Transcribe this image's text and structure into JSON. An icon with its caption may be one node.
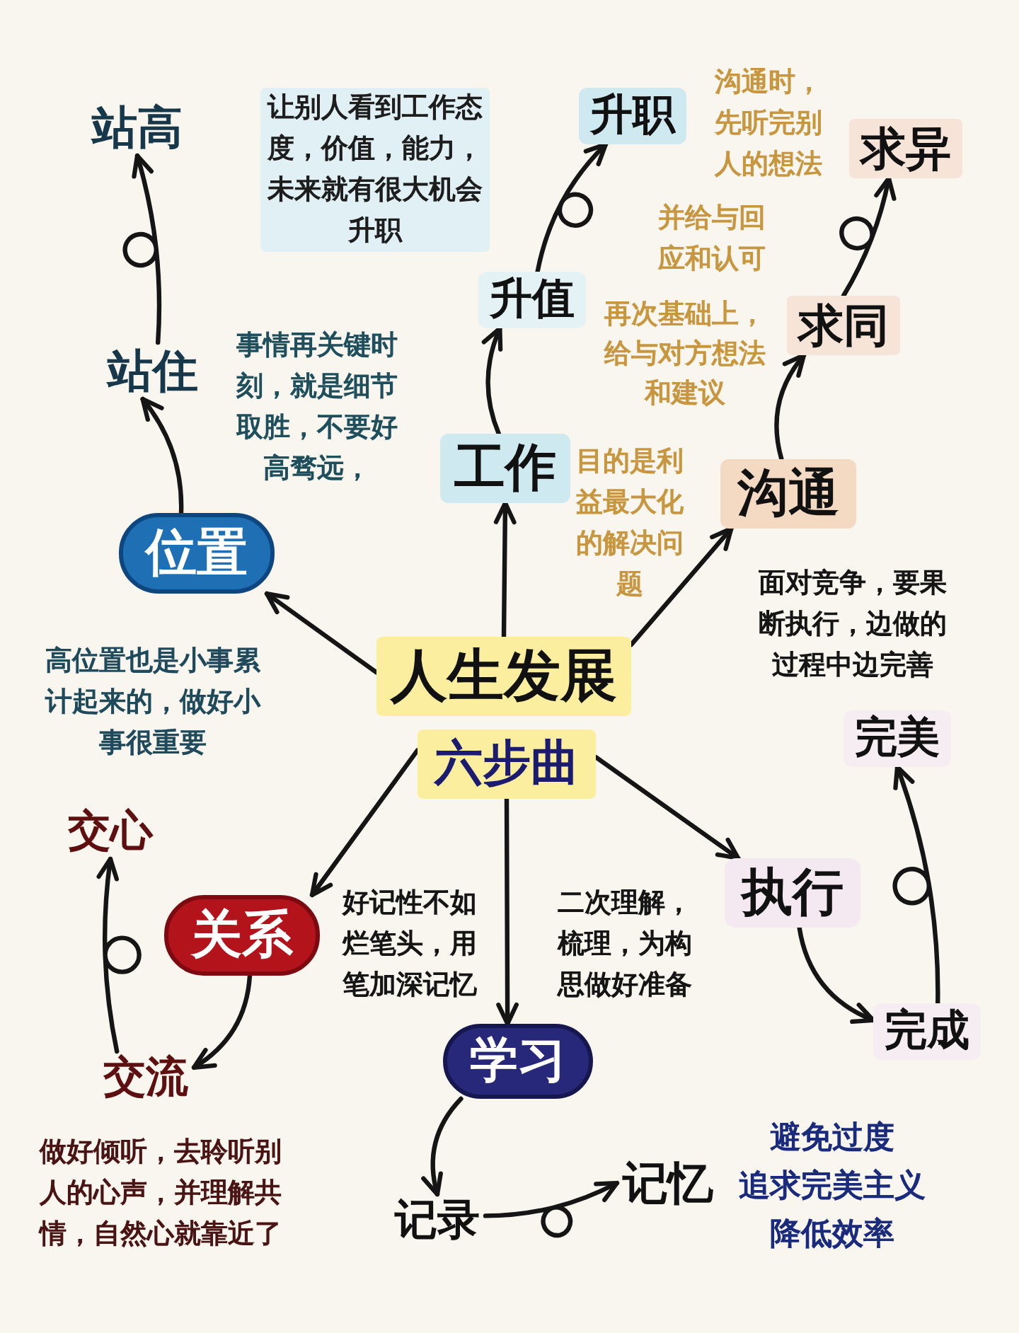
{
  "diagram": {
    "nodes": [
      {
        "text": [
          "人生发展"
        ]
      },
      {
        "text": [
          "六步曲"
        ]
      },
      {
        "text": [
          "位置"
        ]
      },
      {
        "text": [
          "站住"
        ]
      },
      {
        "text": [
          "站高"
        ]
      },
      {
        "text": [
          "工作"
        ]
      },
      {
        "text": [
          "升值"
        ]
      },
      {
        "text": [
          "升职"
        ]
      },
      {
        "text": [
          "沟通"
        ]
      },
      {
        "text": [
          "求同"
        ]
      },
      {
        "text": [
          "求异"
        ]
      },
      {
        "text": [
          "关系"
        ]
      },
      {
        "text": [
          "交流"
        ]
      },
      {
        "text": [
          "交心"
        ]
      },
      {
        "text": [
          "学习"
        ]
      },
      {
        "text": [
          "记录"
        ]
      },
      {
        "text": [
          "记忆"
        ]
      },
      {
        "text": [
          "执行"
        ]
      },
      {
        "text": [
          "完成"
        ]
      },
      {
        "text": [
          "完美"
        ]
      }
    ],
    "edges": [
      {
        "from": 0,
        "to": 2,
        "arrow": "to"
      },
      {
        "from": 0,
        "to": 5,
        "arrow": "to"
      },
      {
        "from": 0,
        "to": 8,
        "arrow": "to"
      },
      {
        "from": 1,
        "to": 11,
        "arrow": "to"
      },
      {
        "from": 1,
        "to": 14,
        "arrow": "to"
      },
      {
        "from": 1,
        "to": 17,
        "arrow": "to"
      },
      {
        "from": 2,
        "to": 3,
        "arrow": "to"
      },
      {
        "from": 3,
        "to": 4,
        "arrow": "to"
      },
      {
        "from": 5,
        "to": 6,
        "arrow": "to"
      },
      {
        "from": 6,
        "to": 7,
        "arrow": "to"
      },
      {
        "from": 8,
        "to": 9,
        "arrow": "to"
      },
      {
        "from": 9,
        "to": 10,
        "arrow": "to"
      },
      {
        "from": 11,
        "to": 12,
        "arrow": "to"
      },
      {
        "from": 12,
        "to": 13,
        "arrow": "to"
      },
      {
        "from": 14,
        "to": 15,
        "arrow": "to"
      },
      {
        "from": 15,
        "to": 16,
        "arrow": "to"
      },
      {
        "from": 17,
        "to": 18,
        "arrow": "to"
      },
      {
        "from": 18,
        "to": 19,
        "arrow": "to"
      }
    ],
    "labels": [
      "让别人看到工作态度，价值，能力，未来就有很大机会升职",
      "沟通时，先听完别人的想法",
      "并给与回应和认可",
      "事情再关键时刻，就是细节取胜，不要好高骛远，",
      "再次基础上，给与对方想法和建议",
      "目的是利益最大化的解决问题",
      "面对竞争，要果断执行，边做的过程中边完善",
      "高位置也是小事累计起来的，做好小事很重要",
      "好记性不如烂笔头，用笔加深记忆",
      "二次理解，梳理，为构思做好准备",
      "做好倾听，去聆听别人的心声，并理解共情，自然心就靠近了",
      "避免过度追求完美主义降低效率"
    ]
  }
}
